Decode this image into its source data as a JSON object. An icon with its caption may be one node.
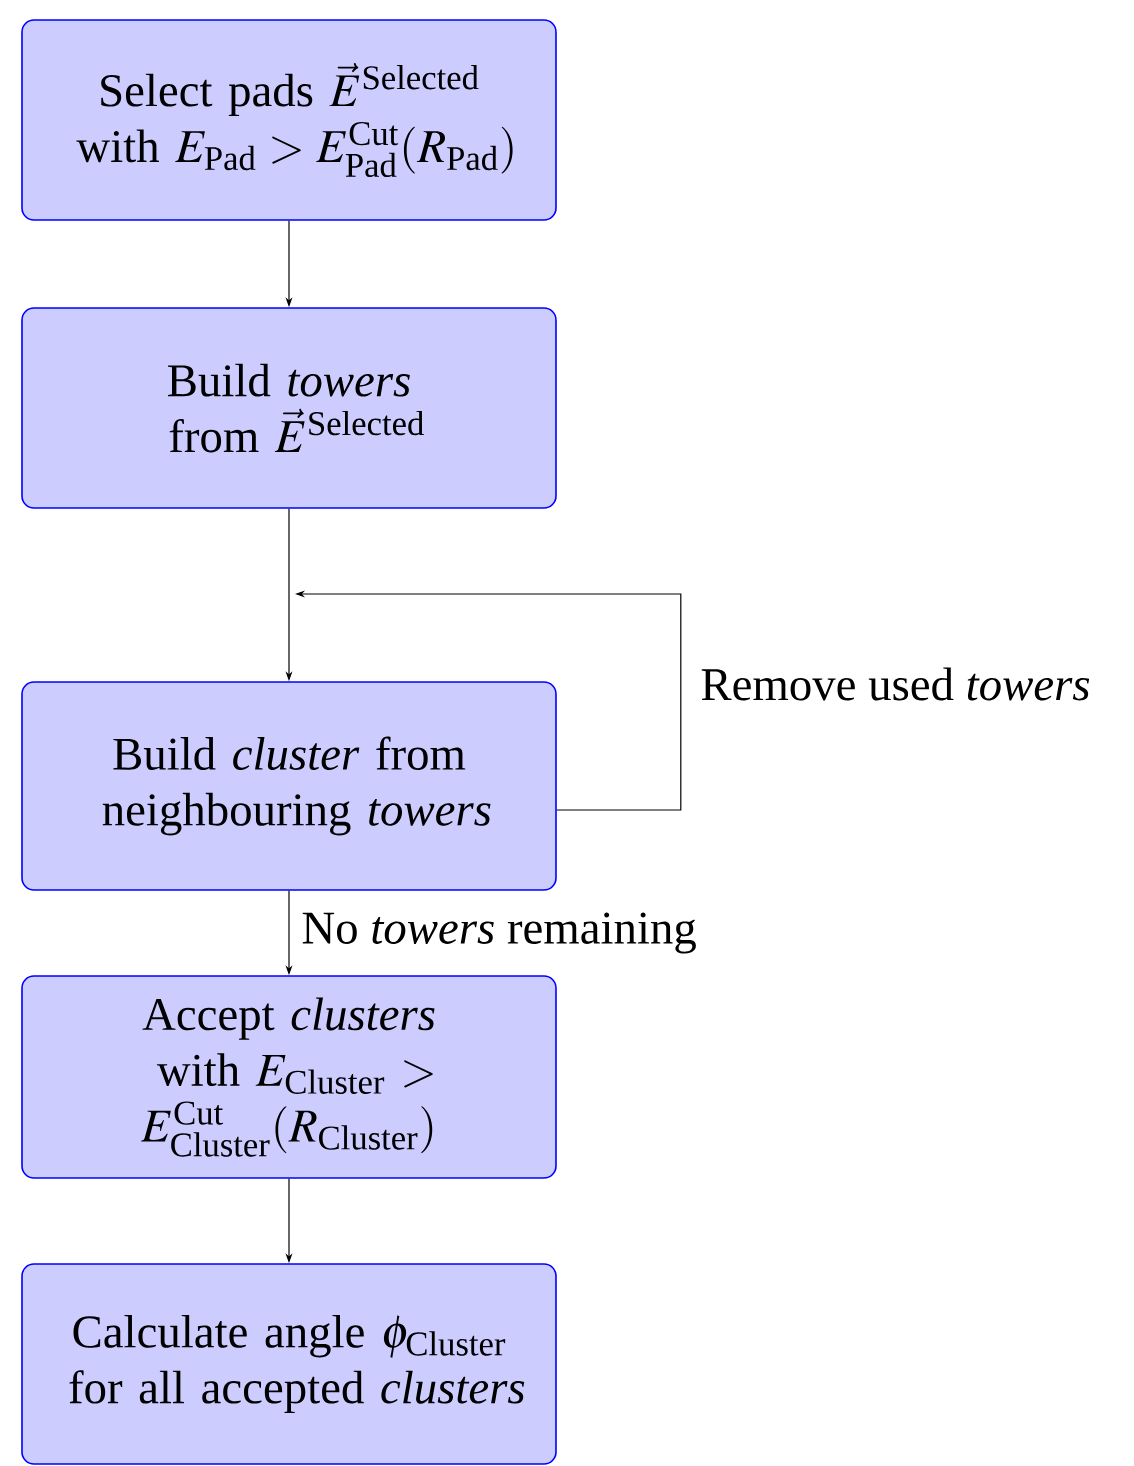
{
  "diagram": {
    "nodes": [
      {
        "text": [
          "\\text{Select pads } \\vec{E}^{\\text{Selected}} \\allowbreak \\text{ with } E_{\\text{Pad}} > E^{\\text{Cut}}_{\\text{Pad}}(R_{\\text{Pad}})"
        ]
      },
      {
        "text": [
          "\\text{Build \\textit{towers}} \\allowbreak \\text{ from } \\vec{E}^{\\text{Selected}}"
        ]
      },
      {
        "text": [
          "\\text{Build \\textit{cluster} from} \\allowbreak \\text{ neighbouring \\textit{towers}}"
        ]
      },
      {
        "text": [
          "\\text{Accept \\textit{clusters}} \\allowbreak \\text{ with } E_{\\text{Cluster}} > E^{\\text{Cut}}_{\\text{Cluster}}(R_{\\text{Cluster}})"
        ]
      },
      {
        "text": [
          "\\text{Calculate angle } \\phi_{\\text{Cluster}} \\allowbreak \\text{ for all accepted \\textit{clusters}}"
        ]
      }
    ],
    "edges": [
      {
        "from": 0,
        "to": 1,
        "arrow": "to"
      },
      {
        "from": 1,
        "to": 2,
        "arrow": "to"
      },
      {
        "from": 2,
        "to": 2,
        "arrow": "to",
        "label": "Remove used *towers*"
      },
      {
        "from": 2,
        "to": 3,
        "arrow": "to",
        "label": "No *towers* remaining"
      },
      {
        "from": 3,
        "to": 4,
        "arrow": "to"
      }
    ]
  }
}
